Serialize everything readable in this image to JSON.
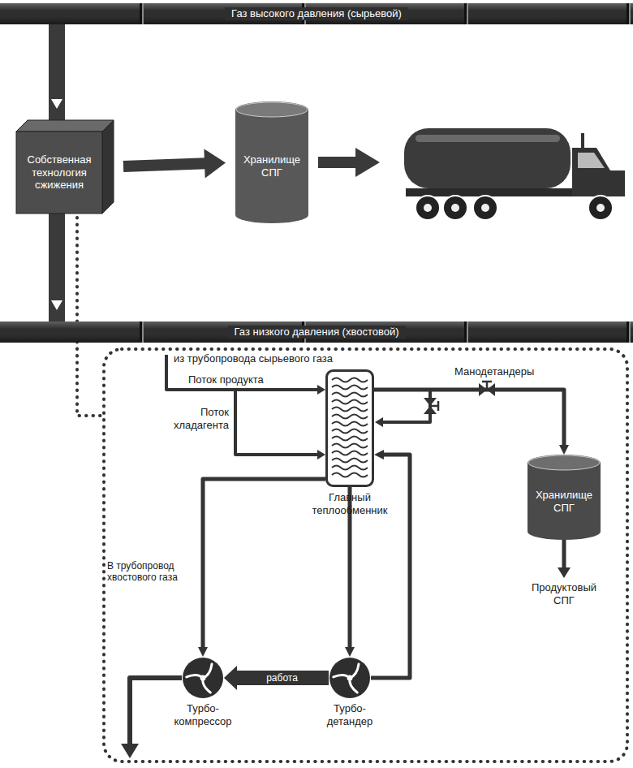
{
  "diagram": {
    "nodes": [
      {
        "text": [
          "Газ высокого давления (сырьевой)"
        ]
      },
      {
        "text": [
          "Собственная технология сжижения"
        ]
      },
      {
        "text": [
          "Хранилище СПГ"
        ]
      },
      {
        "text": [
          "Газ низкого давления (хвостовой)"
        ]
      },
      {
        "text": [
          "Главный теплообменник"
        ]
      },
      {
        "text": [
          "Хранилище СПГ"
        ]
      },
      {
        "text": [
          "Турбо- компрессор"
        ]
      },
      {
        "text": [
          "Турбо- детандер"
        ]
      }
    ],
    "edges": [
      {
        "from": 0,
        "to": 1,
        "arrow": "to"
      },
      {
        "from": 1,
        "to": 3,
        "arrow": "to"
      },
      {
        "from": 1,
        "to": 2,
        "arrow": "to"
      },
      {
        "from": 7,
        "to": 6,
        "label": "работа",
        "arrow": "to"
      },
      {
        "from": 4,
        "to": 7,
        "arrow": "to"
      },
      {
        "from": 7,
        "to": 4,
        "arrow": "to"
      },
      {
        "from": 4,
        "to": 6,
        "arrow": "to"
      },
      {
        "from": 4,
        "to": 5,
        "arrow": "to"
      }
    ],
    "labels": [
      "из трубопровода сырьевого газа",
      "Поток продукта",
      "Поток хладагента",
      "Манодетандеры",
      "В трубопровод хвостового газа",
      "Продуктовый СПГ"
    ]
  }
}
